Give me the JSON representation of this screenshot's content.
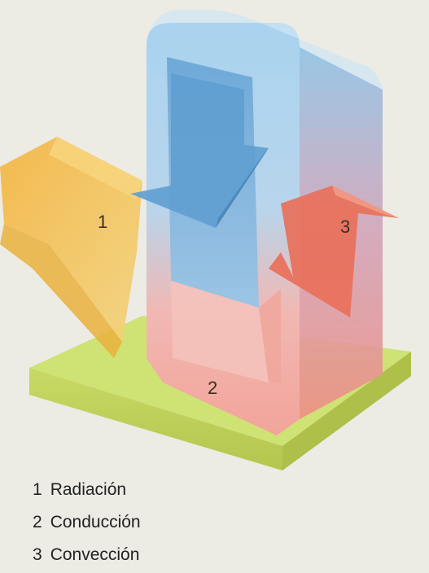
{
  "diagram": {
    "markers": {
      "radiation": "1",
      "conduction": "2",
      "convection": "3"
    },
    "legend": [
      {
        "number": "1",
        "label": "Radiación"
      },
      {
        "number": "2",
        "label": "Conducción"
      },
      {
        "number": "3",
        "label": "Convección"
      }
    ],
    "colors": {
      "base_top": "#c9dd62",
      "base_side": "#b8c95a",
      "frame_cold": "#8fc3e6",
      "frame_warm": "#ee9a8e",
      "radiation_arrow": "#f2c04a",
      "cold_arrow": "#5f9fd0",
      "hot_arrow": "#e8705a"
    }
  }
}
